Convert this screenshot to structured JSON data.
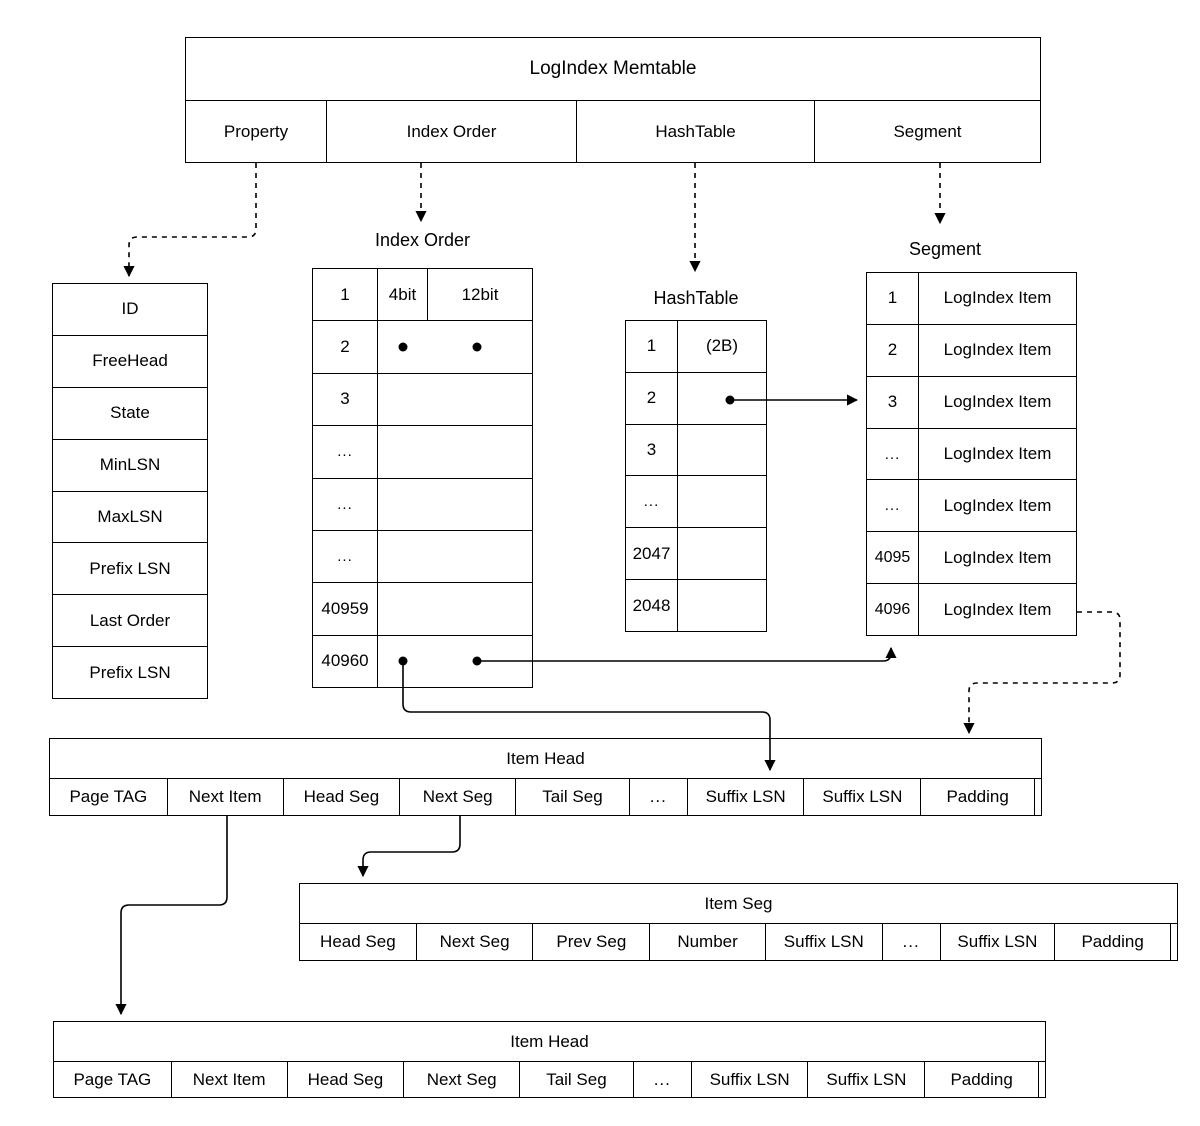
{
  "colors": {
    "line": "#000000",
    "background": "#ffffff"
  },
  "memtable": {
    "title": "LogIndex Memtable",
    "cells": [
      "Property",
      "Index Order",
      "HashTable",
      "Segment"
    ]
  },
  "property_table": {
    "rows": [
      "ID",
      "FreeHead",
      "State",
      "MinLSN",
      "MaxLSN",
      "Prefix LSN",
      "Last Order",
      "Prefix LSN"
    ]
  },
  "index_order": {
    "title": "Index Order",
    "header": [
      "1",
      "4bit",
      "12bit"
    ],
    "rows": [
      "2",
      "3",
      "...",
      "...",
      "...",
      "40959",
      "40960"
    ]
  },
  "hash_table": {
    "title": "HashTable",
    "rows": [
      [
        "1",
        "(2B)"
      ],
      [
        "2",
        ""
      ],
      [
        "3",
        ""
      ],
      [
        "...",
        ""
      ],
      [
        "2047",
        ""
      ],
      [
        "2048",
        ""
      ]
    ]
  },
  "segment": {
    "title": "Segment",
    "rows": [
      [
        "1",
        "LogIndex Item"
      ],
      [
        "2",
        "LogIndex Item"
      ],
      [
        "3",
        "LogIndex Item"
      ],
      [
        "...",
        "LogIndex Item"
      ],
      [
        "...",
        "LogIndex Item"
      ],
      [
        "4095",
        "LogIndex Item"
      ],
      [
        "4096",
        "LogIndex Item"
      ]
    ]
  },
  "item_head_top": {
    "title": "Item Head",
    "cells": [
      "Page TAG",
      "Next Item",
      "Head Seg",
      "Next Seg",
      "Tail Seg",
      "...",
      "Suffix LSN",
      "Suffix LSN",
      "Padding"
    ]
  },
  "item_seg": {
    "title": "Item Seg",
    "cells": [
      "Head Seg",
      "Next Seg",
      "Prev Seg",
      "Number",
      "Suffix LSN",
      "...",
      "Suffix LSN",
      "Padding"
    ]
  },
  "item_head_bottom": {
    "title": "Item Head",
    "cells": [
      "Page TAG",
      "Next Item",
      "Head Seg",
      "Next Seg",
      "Tail Seg",
      "...",
      "Suffix LSN",
      "Suffix LSN",
      "Padding"
    ]
  }
}
